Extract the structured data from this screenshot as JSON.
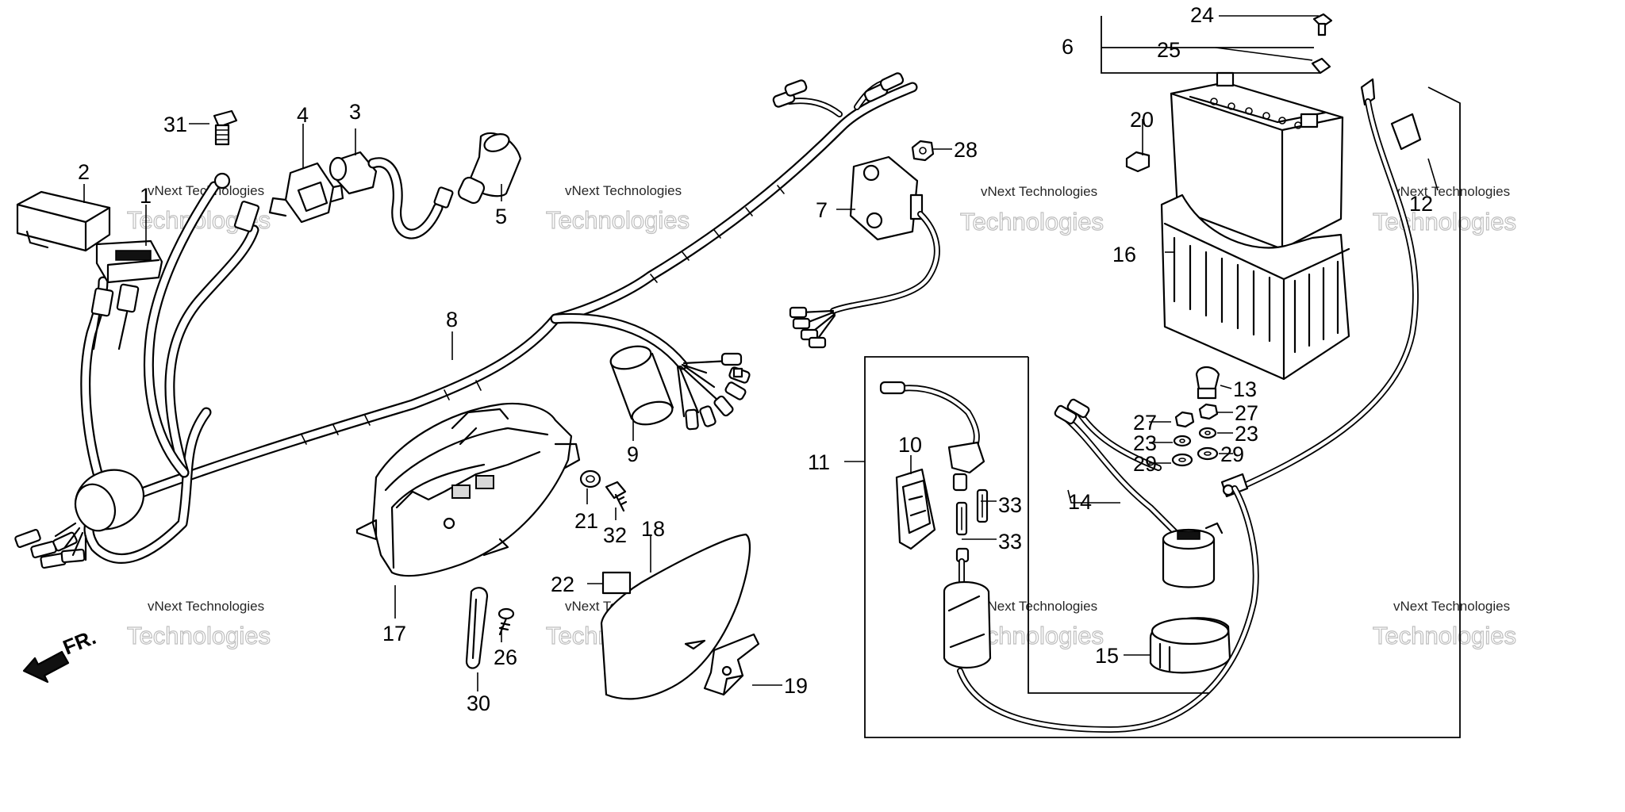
{
  "diagram": {
    "direction_label": "FR.",
    "watermark": {
      "line1": "vNext Technologies",
      "line2": "Technologies"
    },
    "callouts": {
      "c1": "1",
      "c2": "2",
      "c3": "3",
      "c4": "4",
      "c5": "5",
      "c6": "6",
      "c7": "7",
      "c8": "8",
      "c9": "9",
      "c10": "10",
      "c11": "11",
      "c12": "12",
      "c13": "13",
      "c14": "14",
      "c15": "15",
      "c16": "16",
      "c17": "17",
      "c18": "18",
      "c19": "19",
      "c20": "20",
      "c21": "21",
      "c22": "22",
      "c23a": "23",
      "c23b": "23",
      "c24": "24",
      "c25": "25",
      "c26": "26",
      "c27a": "27",
      "c27b": "27",
      "c28": "28",
      "c29a": "29",
      "c29b": "29",
      "c30": "30",
      "c31": "31",
      "c32": "32",
      "c33a": "33",
      "c33b": "33"
    }
  }
}
